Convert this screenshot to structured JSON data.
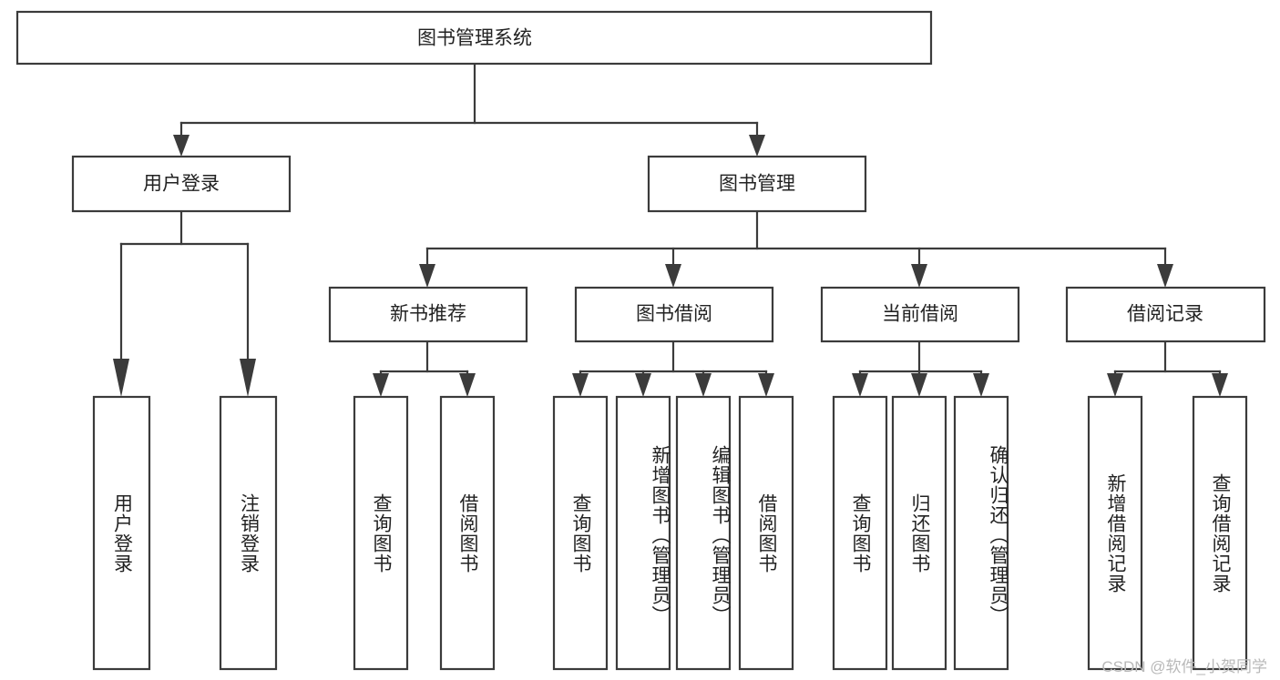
{
  "diagram": {
    "title": "图书管理系统",
    "type": "tree-hierarchy-diagram",
    "colors": {
      "stroke": "#3b3b3b",
      "fill": "#ffffff",
      "text": "#222222",
      "watermark": "#b9b9b9"
    },
    "root": {
      "label": "图书管理系统"
    },
    "level2": [
      {
        "label": "用户登录"
      },
      {
        "label": "图书管理"
      }
    ],
    "level3": [
      {
        "label": "新书推荐"
      },
      {
        "label": "图书借阅"
      },
      {
        "label": "当前借阅"
      },
      {
        "label": "借阅记录"
      }
    ],
    "leaves": {
      "user_login": [
        {
          "label": "用户登录"
        },
        {
          "label": "注销登录"
        }
      ],
      "new_book_recommend": [
        {
          "label": "查询图书"
        },
        {
          "label": "借阅图书"
        }
      ],
      "book_borrow": [
        {
          "label": "查询图书"
        },
        {
          "label": "新增图书（管理员）"
        },
        {
          "label": "编辑图书（管理员）"
        },
        {
          "label": "借阅图书"
        }
      ],
      "current_borrow": [
        {
          "label": "查询图书"
        },
        {
          "label": "归还图书"
        },
        {
          "label": "确认归还（管理员）"
        }
      ],
      "borrow_record": [
        {
          "label": "新增借阅记录"
        },
        {
          "label": "查询借阅记录"
        }
      ]
    }
  },
  "watermark": {
    "text": "CSDN @软件_小贺同学"
  }
}
